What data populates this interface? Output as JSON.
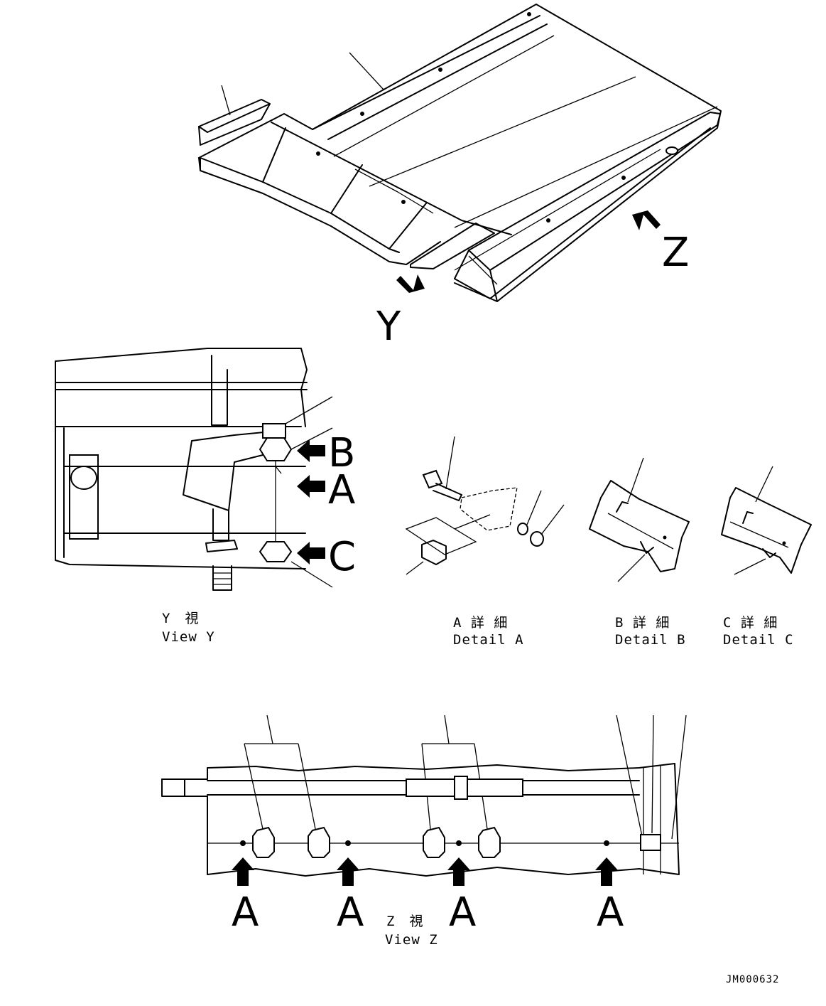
{
  "callouts": {
    "view_y_letter": "Y",
    "view_z_letter": "Z",
    "detail_b": "B",
    "detail_a": "A",
    "detail_c": "C",
    "z_detail_a": "A"
  },
  "captions": {
    "view_y_jp": "Y　視",
    "view_y_en": "View Y",
    "detail_a_jp": "A 詳 細",
    "detail_a_en": "Detail A",
    "detail_b_jp": "B 詳 細",
    "detail_b_en": "Detail B",
    "detail_c_jp": "C 詳 細",
    "detail_c_en": "Detail C",
    "view_z_jp": "Z　視",
    "view_z_en": "View Z"
  },
  "drawing_code": "JM000632"
}
